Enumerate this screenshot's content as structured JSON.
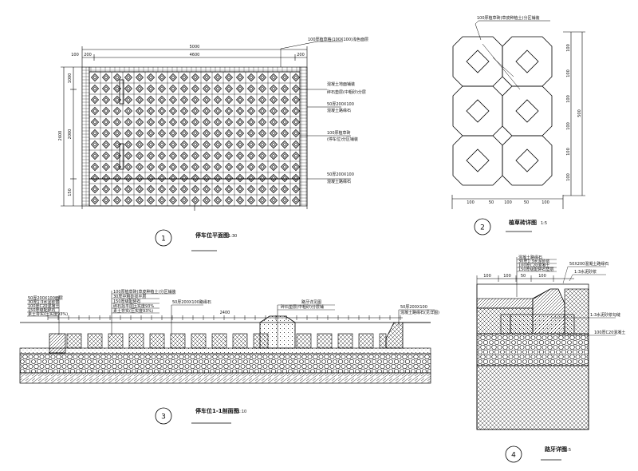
{
  "drawings": [
    {
      "number": "1",
      "title": "停车位平面图",
      "scale": "1:30",
      "dims_top": [
        "5000",
        "4600",
        "200",
        "200",
        "100"
      ],
      "dims_left": [
        "1000",
        "2000",
        "2600",
        "150"
      ],
      "callout_top": "100厚植草格(100X100)浅色面层",
      "callouts_right": [
        "混凝土地面铺装",
        "碎石垫层(中粗砂)分层",
        "50厚200X100",
        "混凝土路缘石",
        "100厚植草砖",
        "(停车位)分区铺装",
        "50厚200X100",
        "混凝土路缘石"
      ]
    },
    {
      "number": "2",
      "title": "植草砖详图",
      "scale": "1:5",
      "callout_top": "100厚植草砖(草皮种植土)分区铺装",
      "dims_bottom": [
        "100",
        "50",
        "100",
        "50",
        "100"
      ],
      "dims_right": [
        "100",
        "100",
        "100",
        "100",
        "100",
        "100",
        "500"
      ]
    },
    {
      "number": "3",
      "title": "停车位1-1剖面图",
      "scale": "1:10",
      "callouts_left": [
        "50厚200X100面层",
        "30厚1:3水泥砂浆",
        "100厚C20混凝土",
        "150厚级配碎石",
        "素土夯实(压实度93%)"
      ],
      "callouts_mid": [
        "100厚植草砖(草皮种植土)分区铺装",
        "30厚中粗砂找平层",
        "150厚级配碎石",
        "碎石找平层压实度93%",
        "素土夯实(压实度93%)"
      ],
      "callout_kerb": "50厚200X100路缘石",
      "callout_right_1": "路牙详见图",
      "callout_right_2": "碎石垫层(中粗砂)分层铺",
      "callout_right_3": "50厚200X100",
      "callout_right_4": "混凝土路缘石(见详图)",
      "dim_center": "2400"
    },
    {
      "number": "4",
      "title": "路牙详图",
      "scale": "1:5",
      "callouts_top": [
        "混凝土路缘石",
        "30厚1:3水泥砂浆",
        "100厚C20混凝土",
        "150厚级配碎石垫层"
      ],
      "callout_right_1": "50X200混凝土路缘石",
      "callout_right_2": "1:3水泥砂浆",
      "callout_mid": "1:3水泥砂浆勾缝",
      "callout_base": "100厚C20混凝土",
      "dims_top": [
        "100",
        "100",
        "50",
        "100"
      ]
    }
  ]
}
